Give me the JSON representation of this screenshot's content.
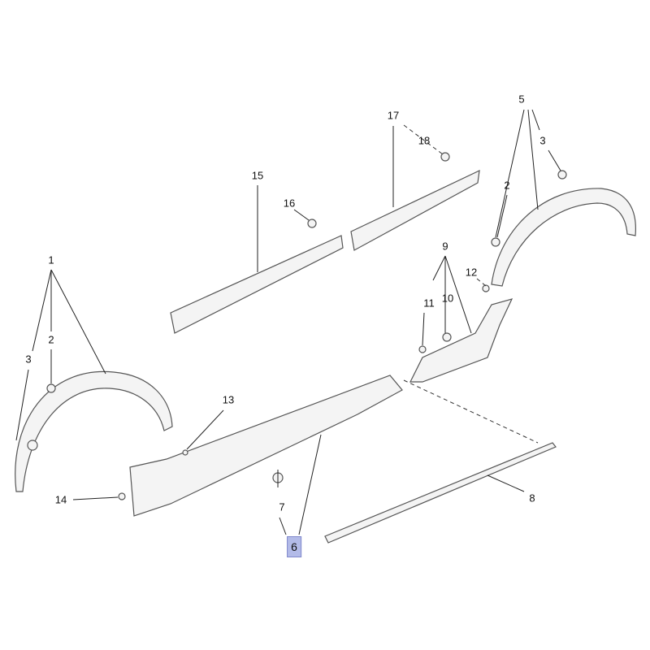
{
  "diagram": {
    "highlighted_callout": "6",
    "highlight_color": "#b3bbe8",
    "callouts": [
      {
        "id": "c1",
        "text": "1"
      },
      {
        "id": "c2l",
        "text": "2"
      },
      {
        "id": "c3l",
        "text": "3"
      },
      {
        "id": "c13",
        "text": "13"
      },
      {
        "id": "c14",
        "text": "14"
      },
      {
        "id": "c7",
        "text": "7"
      },
      {
        "id": "c6",
        "text": "6"
      },
      {
        "id": "c8",
        "text": "8"
      },
      {
        "id": "c15",
        "text": "15"
      },
      {
        "id": "c16",
        "text": "16"
      },
      {
        "id": "c17",
        "text": "17"
      },
      {
        "id": "c18",
        "text": "18"
      },
      {
        "id": "c5",
        "text": "5"
      },
      {
        "id": "c3r",
        "text": "3"
      },
      {
        "id": "c2r",
        "text": "2"
      },
      {
        "id": "c9",
        "text": "9"
      },
      {
        "id": "c12",
        "text": "12"
      },
      {
        "id": "c11",
        "text": "11"
      },
      {
        "id": "c10",
        "text": "10"
      }
    ]
  }
}
